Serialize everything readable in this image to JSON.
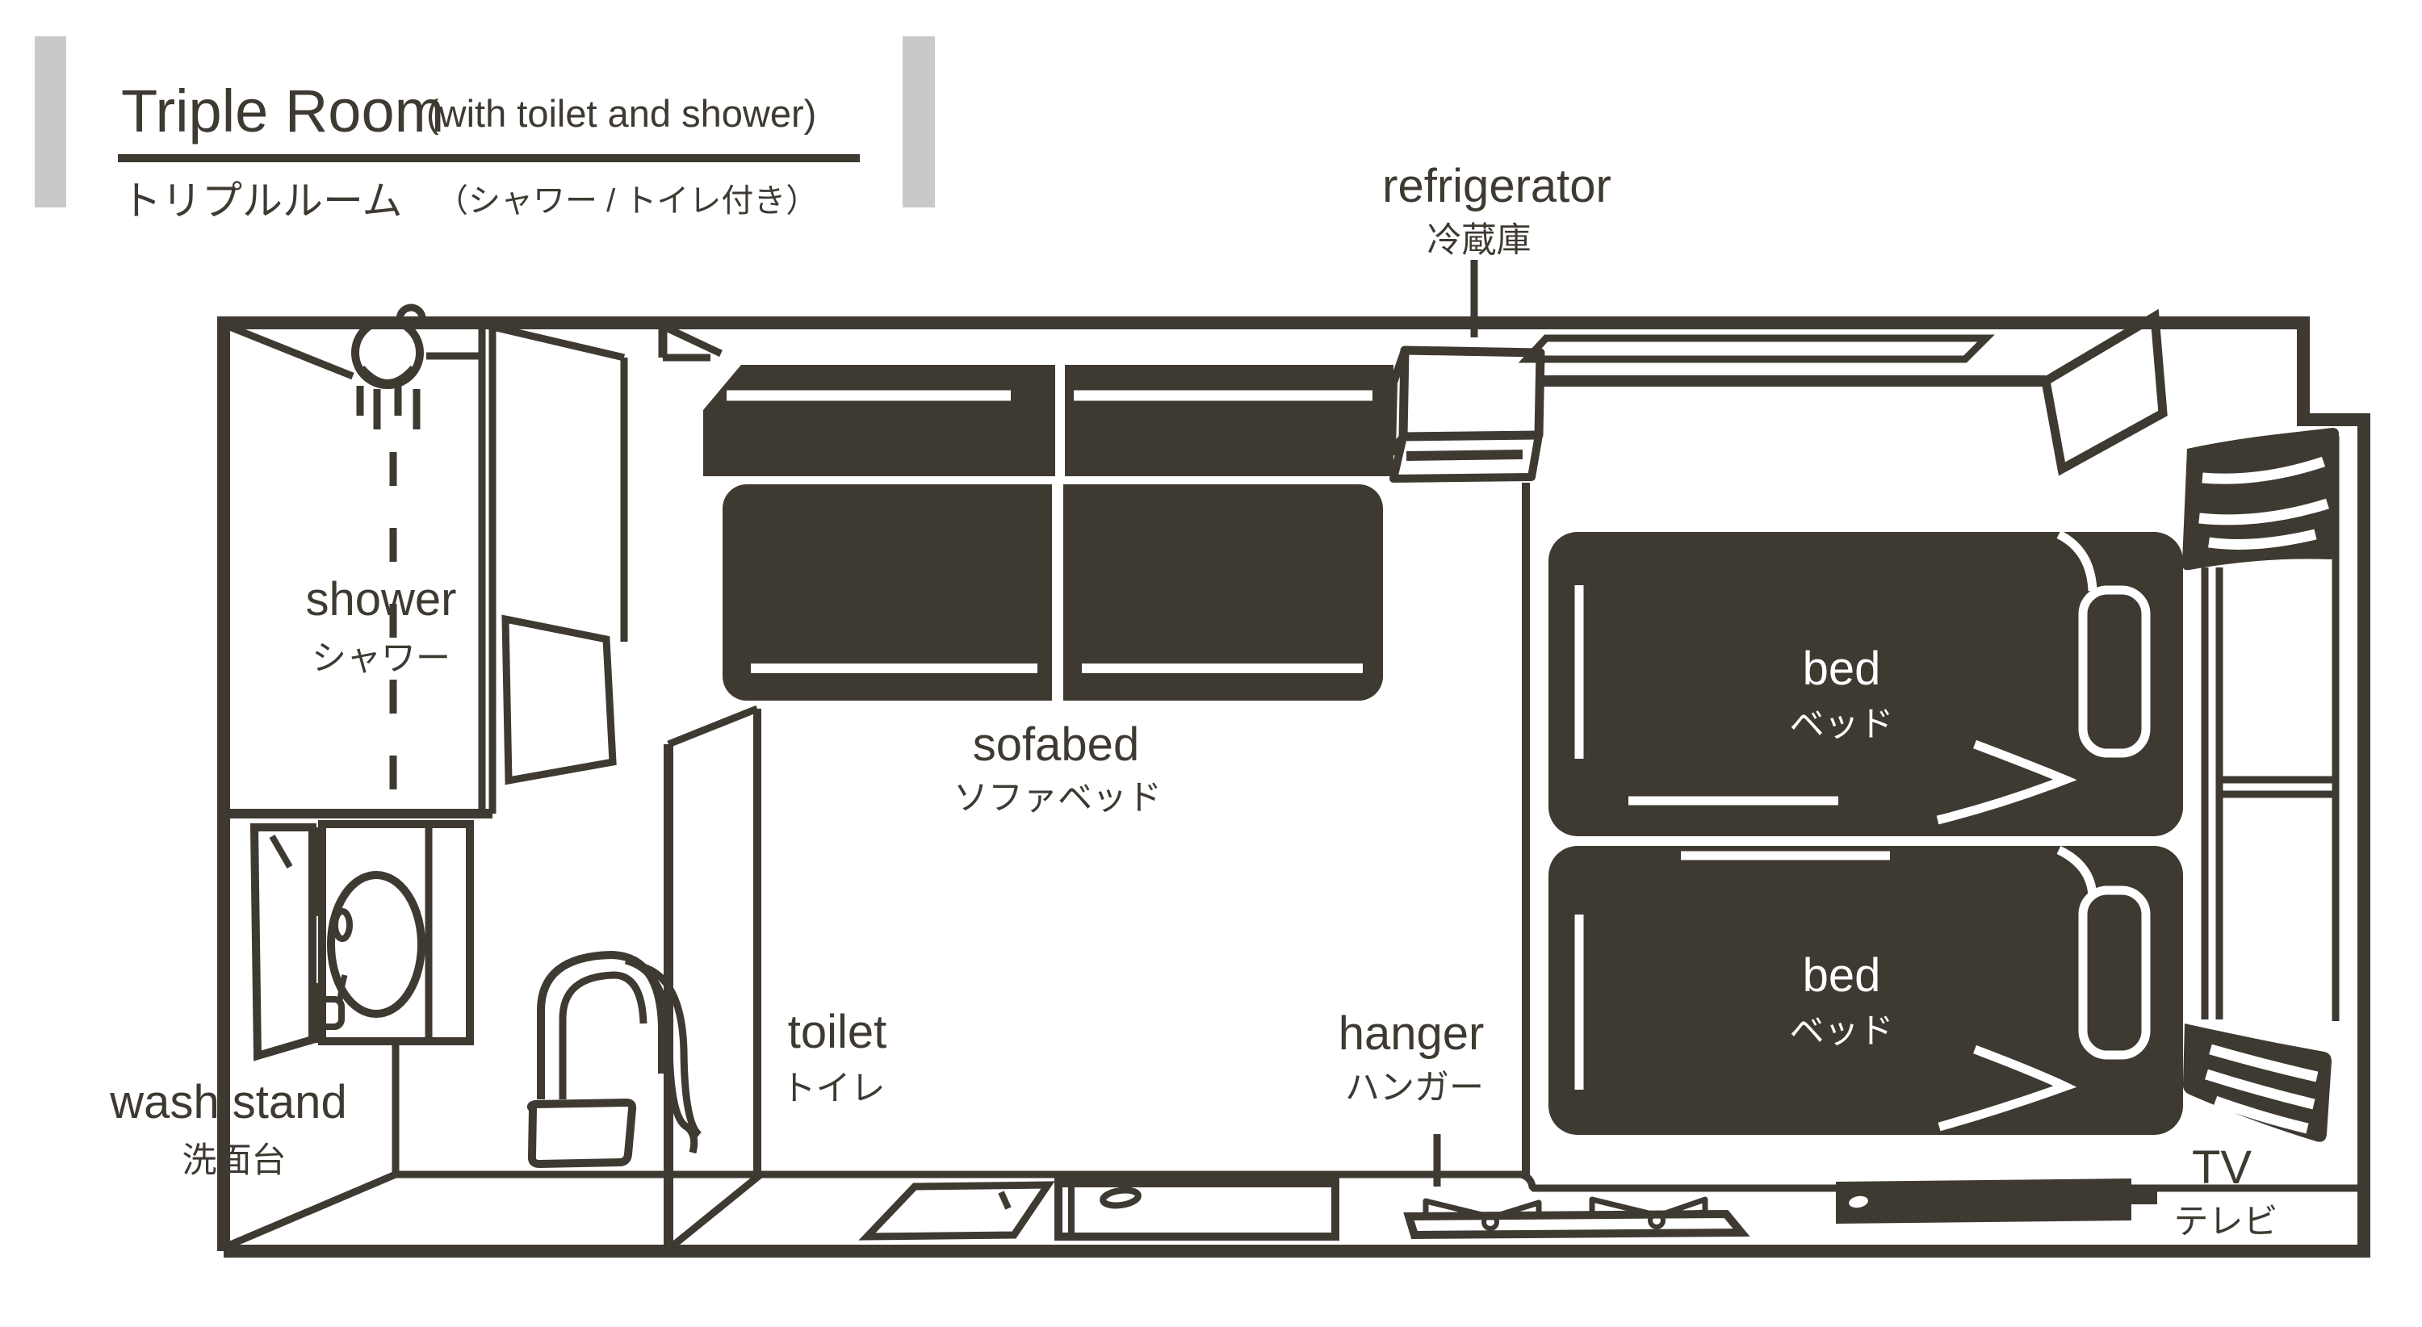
{
  "header": {
    "title": "Triple Room",
    "title_suffix": "(with toilet and shower)",
    "subtitle_jp": "トリプルルーム",
    "subtitle_jp_suffix": "（シャワー / トイレ付き）"
  },
  "labels": {
    "shower": {
      "en": "shower",
      "jp": "シャワー"
    },
    "wash_stand": {
      "en": "wash stand",
      "jp": "洗面台"
    },
    "toilet": {
      "en": "toilet",
      "jp": "トイレ"
    },
    "sofabed": {
      "en": "sofabed",
      "jp": "ソファベッド"
    },
    "refrigerator": {
      "en": "refrigerator",
      "jp": "冷蔵庫"
    },
    "hanger": {
      "en": "hanger",
      "jp": "ハンガー"
    },
    "bed1": {
      "en": "bed",
      "jp": "ベッド"
    },
    "bed2": {
      "en": "bed",
      "jp": "ベッド"
    },
    "tv": {
      "en": "TV",
      "jp": "テレビ"
    }
  },
  "colors": {
    "ink": "#3e3a32",
    "accent_bar": "#c9c9c9",
    "background": "#ffffff"
  }
}
